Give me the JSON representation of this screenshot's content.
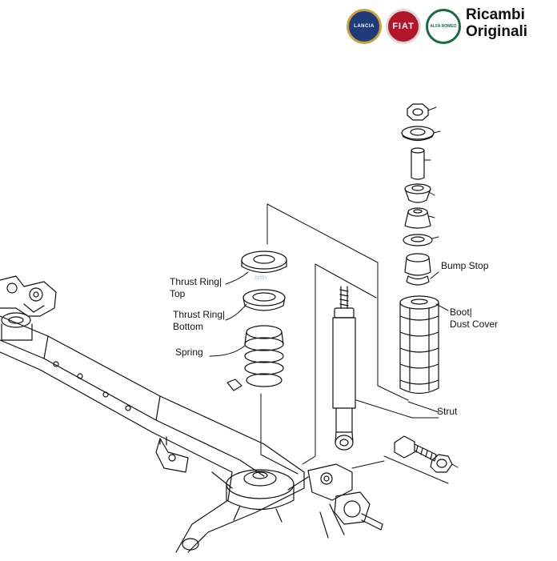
{
  "brand": {
    "line1": "Ricambi",
    "line2": "Originali",
    "logos": [
      {
        "name": "lancia-logo",
        "text": "LANCIA",
        "color": "#1f3b7a"
      },
      {
        "name": "fiat-logo",
        "text": "FIAT",
        "color": "#b3162a"
      },
      {
        "name": "alfa-romeo-logo",
        "text": "ALFA ROMEO",
        "color": "#1a6b3a"
      }
    ]
  },
  "labels": {
    "thrust_ring_top_1": "Thrust Ring|",
    "thrust_ring_top_2": "Top",
    "thrust_ring_bottom_1": "Thrust Ring|",
    "thrust_ring_bottom_2": "Bottom",
    "spring": "Spring",
    "bump_stop": "Bump Stop",
    "boot_1": "Boot|",
    "boot_2": "Dust Cover",
    "strut": "Strut"
  },
  "watermark": "com",
  "colors": {
    "line": "#111111",
    "accent": "#9ec7e6"
  }
}
